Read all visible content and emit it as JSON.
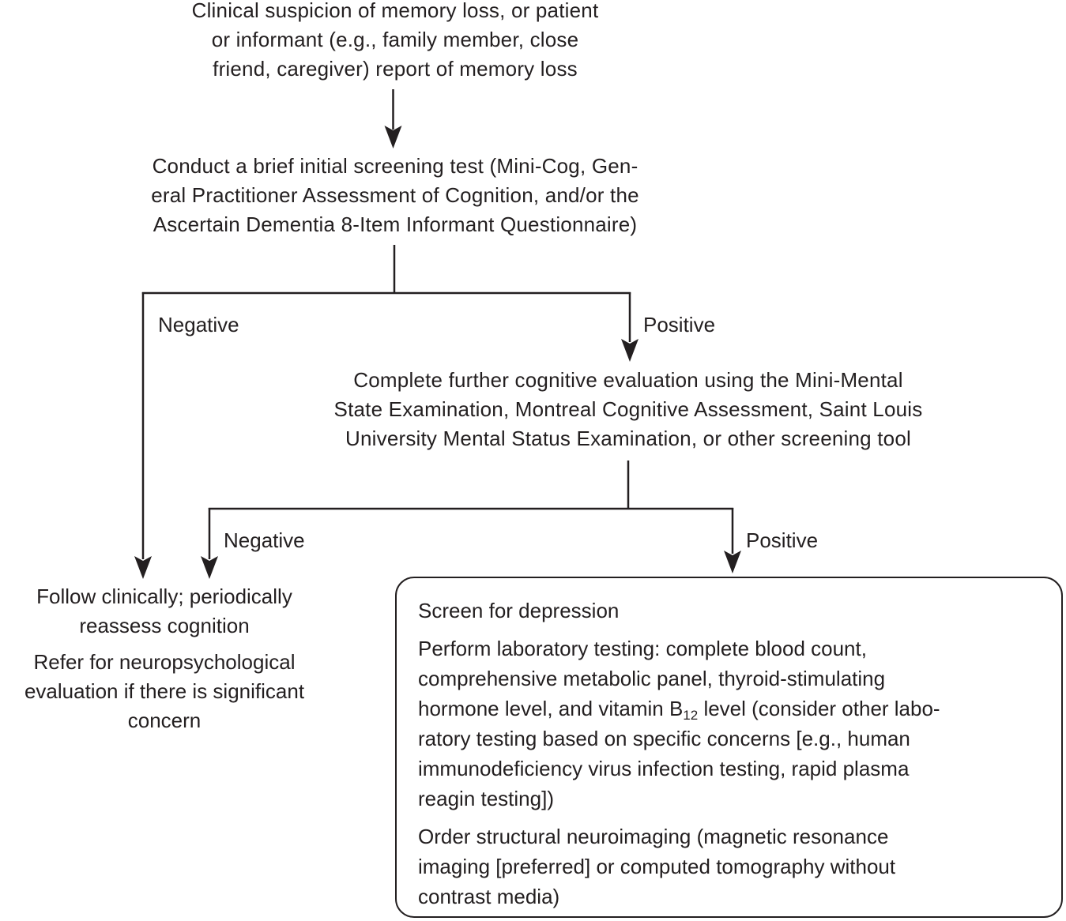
{
  "palette": {
    "ink": "#231f20",
    "background": "#ffffff"
  },
  "flowchart": {
    "node_suspicion": {
      "lines": [
        "Clinical suspicion of memory loss, or patient",
        "or informant (e.g., family member, close",
        "friend, caregiver) report of memory loss"
      ]
    },
    "node_initial_screening": {
      "lines": [
        "Conduct a brief initial screening test (Mini-Cog, Gen-",
        "eral Practitioner Assessment of Cognition, and/or the",
        "Ascertain Dementia 8-Item Informant Questionnaire)"
      ]
    },
    "branch1": {
      "negative_label": "Negative",
      "positive_label": "Positive"
    },
    "node_further_evaluation": {
      "lines": [
        "Complete further cognitive evaluation using the Mini-Mental",
        "State Examination, Montreal Cognitive Assessment, Saint Louis",
        "University Mental Status Examination, or other screening tool"
      ]
    },
    "branch2": {
      "negative_label": "Negative",
      "positive_label": "Positive"
    },
    "node_follow": {
      "para1_lines": [
        "Follow clinically; periodically",
        "reassess cognition"
      ],
      "para2_lines": [
        "Refer for neuropsychological",
        "evaluation if there is significant",
        "concern"
      ]
    },
    "node_workup": {
      "para1": "Screen for depression",
      "para2_line1": "Perform laboratory testing: complete blood count,",
      "para2_line2": "comprehensive metabolic panel, thyroid-stimulating",
      "para2_line3_pre": "hormone level, and vitamin B",
      "para2_line3_sub": "12",
      "para2_line3_post": " level (consider other labo-",
      "para2_line4": "ratory testing based on specific concerns [e.g., human",
      "para2_line5": "immunodeficiency virus infection testing, rapid plasma",
      "para2_line6": "reagin testing])",
      "para3_lines": [
        "Order structural neuroimaging (magnetic resonance",
        "imaging [preferred] or computed tomography without",
        "contrast media)"
      ]
    }
  }
}
